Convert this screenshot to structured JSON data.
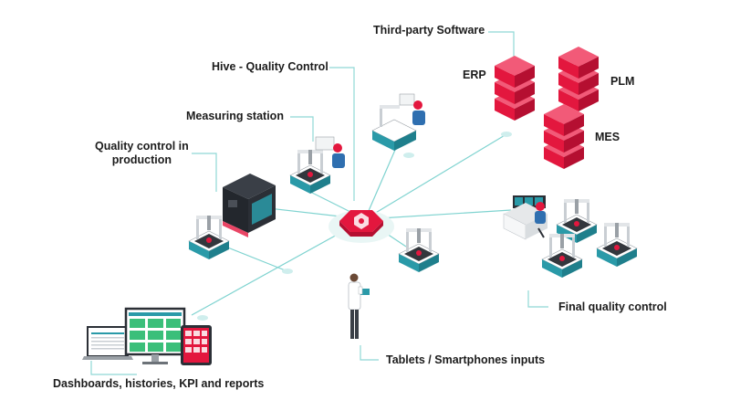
{
  "labels": {
    "third_party": "Third-party Software",
    "hive": "Hive - Quality Control",
    "measuring_station": "Measuring station",
    "qc_production": "Quality control in\nproduction",
    "erp": "ERP",
    "plm": "PLM",
    "mes": "MES",
    "final_qc": "Final quality control",
    "tablets": "Tablets / Smartphones inputs",
    "dashboards": "Dashboards, histories, KPI and reports"
  },
  "colors": {
    "connector": "#7fd3d0",
    "leader": "#8fd8d5",
    "accent_red": "#e3173e",
    "machine_teal": "#2a9aa8",
    "machine_dark": "#2b2f36",
    "text": "#1c1c1c"
  },
  "icons": {
    "hub": "hexagon-hub-icon",
    "software_stack": "stacked-blocks-icon",
    "machine": "cmm-machine-icon",
    "operator": "operator-desk-icon",
    "person": "technician-icon",
    "devices": "dashboard-devices-icon"
  }
}
